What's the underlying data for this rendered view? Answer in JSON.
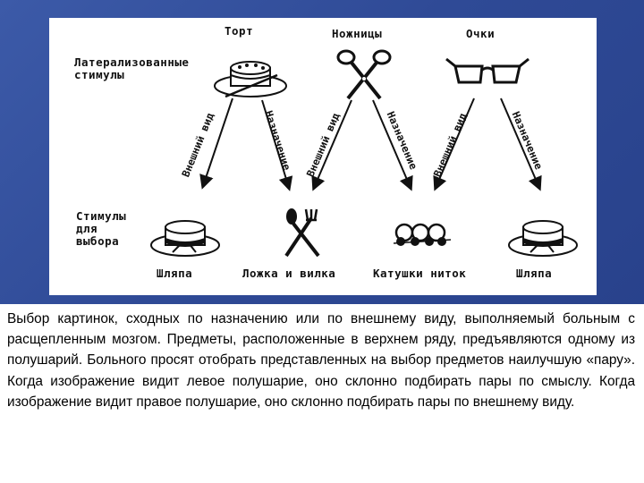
{
  "figure": {
    "top_labels": [
      "Торт",
      "Ножницы",
      "Очки"
    ],
    "lateralized_label": "Латерализованные стимулы",
    "choice_label": "Стимулы для выбора",
    "bottom_labels": [
      "Шляпа",
      "Ложка и вилка",
      "Катушки ниток",
      "Шляпа"
    ],
    "arrow_labels": {
      "appearance": "Внешний вид",
      "purpose": "Назначение"
    },
    "icons": {
      "top": [
        "cake-hat-icon",
        "scissors-icon",
        "glasses-icon"
      ],
      "bottom": [
        "hat-icon",
        "spoon-fork-icon",
        "thread-spools-icon",
        "hat-icon"
      ]
    }
  },
  "caption": "Выбор картинок, сходных по назначению или по внешнему виду, выполняемый больным с расщепленным мозгом. Предметы, расположенные в верхнем ряду, предъявляются одному из полушарий. Больного просят отобрать представленных на выбор предметов наилучшую «пару». Когда изображение видит левое полушарие, оно склонно подбирать пары по смыслу. Когда изображение видит правое полушарие, оно склонно подбирать пары по внешнему виду."
}
